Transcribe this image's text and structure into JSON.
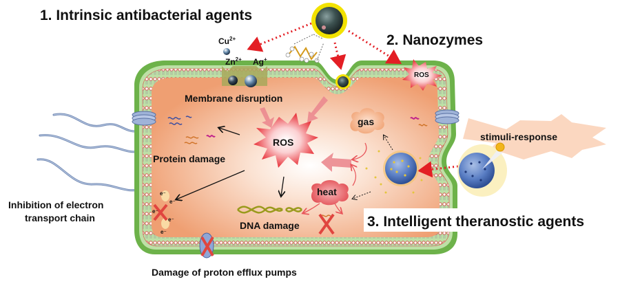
{
  "titles": {
    "intrinsic": "1. Intrinsic antibacterial agents",
    "nanozymes": "2. Nanozymes",
    "intelligent": "3. Intelligent theranostic agents"
  },
  "ions": [
    {
      "base": "Cu",
      "charge": "2+"
    },
    {
      "base": "Zn",
      "charge": "2+"
    },
    {
      "base": "Ag",
      "charge": "+"
    }
  ],
  "labels": {
    "membrane_disruption": "Membrane disruption",
    "ros_center": "ROS",
    "ros_nanozyme": "ROS",
    "protein_damage": "Protein damage",
    "dna_damage": "DNA damage",
    "gas": "gas",
    "heat": "heat",
    "stimuli_response": "stimuli-response",
    "electron_chain_line1": "Inhibition of electron",
    "electron_chain_line2": "transport chain",
    "proton_pumps": "Damage of proton efflux pumps",
    "electron_symbol": "e⁻"
  },
  "colors": {
    "cell_wall": "#6db24a",
    "cytoplasm": "#f0a77c",
    "ros_red": "#e8333a",
    "arrow_red": "#e31e24",
    "nanoparticle_ring": "#f2e200",
    "nanoparticle_core": "#3d4f4d",
    "carrier_blue": "#4a6fb5"
  }
}
